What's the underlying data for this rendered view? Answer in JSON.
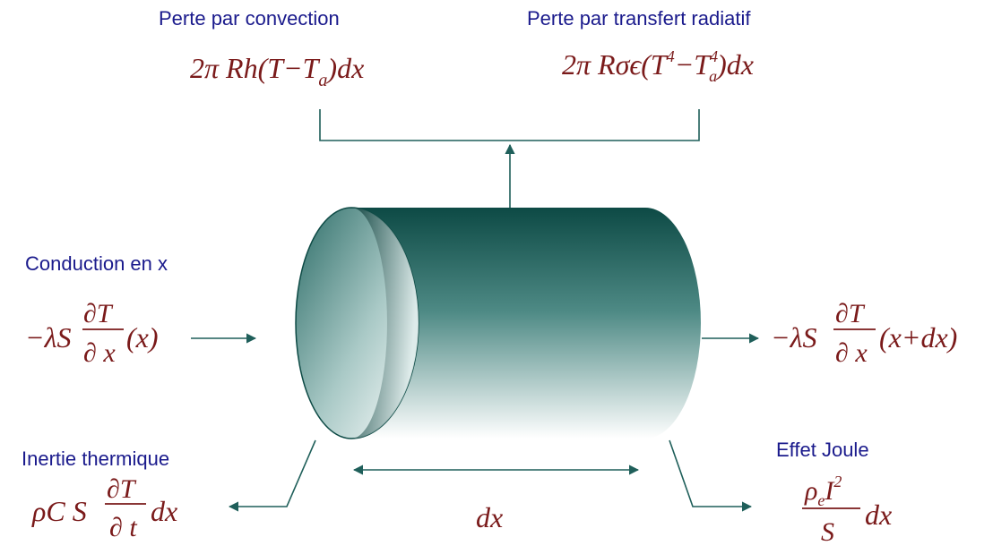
{
  "labels": {
    "convection": "Perte par convection",
    "radiative": "Perte par transfert radiatif",
    "conduction": "Conduction en x",
    "inertia": "Inertie thermique",
    "joule": "Effet Joule",
    "dx": "dx"
  },
  "formulas": {
    "convection": "2πRh(T−Tₐ)dx",
    "radiative": "2πRσϵ(T⁴−Tₐ⁴)dx",
    "conduction_in": "−λS ∂T/∂x (x)",
    "conduction_out": "−λS ∂T/∂x (x+dx)",
    "inertia": "ρCS ∂T/∂t dx",
    "joule": "ρₑI²/S dx"
  },
  "colors": {
    "label": "#1a1a8c",
    "formula": "#7a1a1a",
    "arrow": "#1f5f5a",
    "cylinder_dark": "#0f4f4a",
    "cylinder_light": "#ffffff"
  }
}
